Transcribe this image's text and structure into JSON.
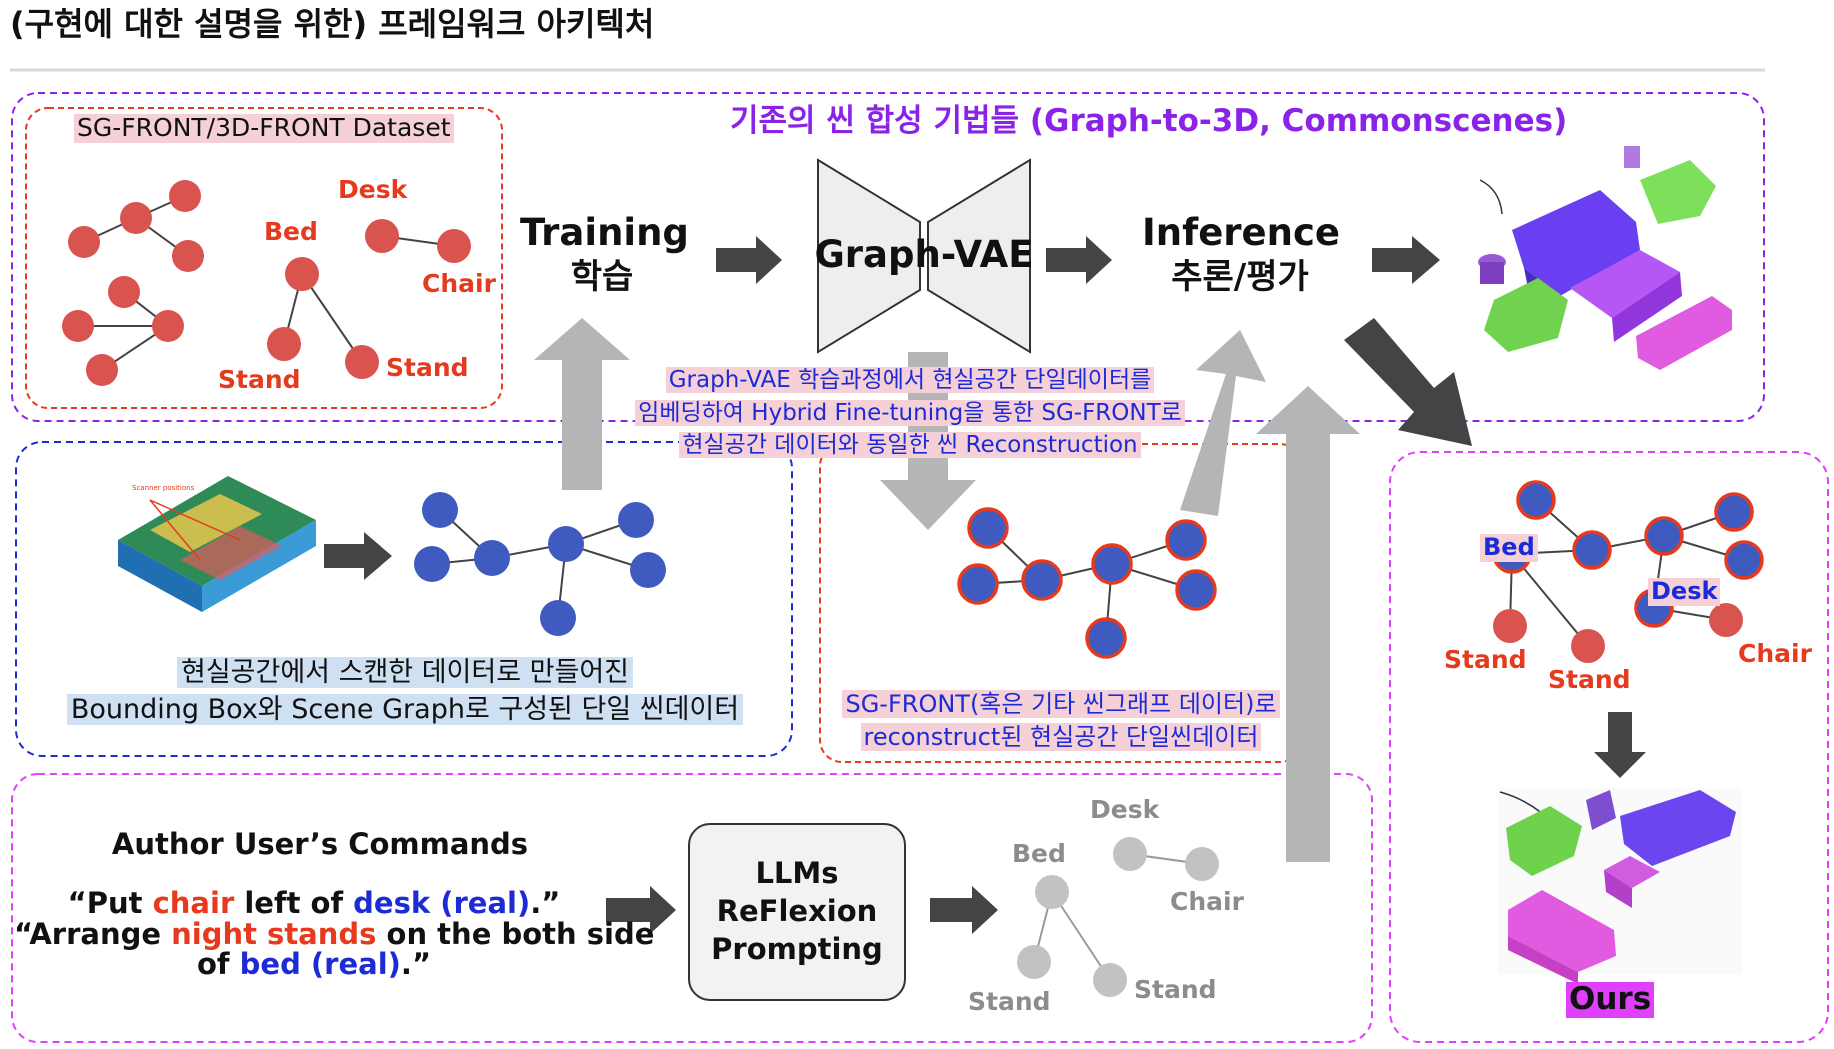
{
  "title": "(구현에 대한 설명을 위한) 프레임워크 아키텍처",
  "dataset": {
    "label": "SG-FRONT/3D-FRONT Dataset",
    "nodes": [
      "Desk",
      "Bed",
      "Chair",
      "Stand",
      "Stand"
    ]
  },
  "training": {
    "line1": "Training",
    "line2": "학습"
  },
  "graph_vae": "Graph-VAE",
  "inference": {
    "line1": "Inference",
    "line2": "추론/평가"
  },
  "existing_methods": "기존의 씬 합성 기법들 (Graph-to-3D, Commonscenes)",
  "finetune_note": [
    "Graph-VAE 학습과정에서 현실공간 단일데이터를",
    "임베딩하여 Hybrid Fine-tuning을 통한 SG-FRONT로",
    "현실공간 데이터와 동일한 씬 Reconstruction"
  ],
  "scan_caption": [
    "현실공간에서 스캔한 데이터로 만들어진",
    "Bounding Box와 Scene Graph로 구성된 단일 씬데이터"
  ],
  "scan_image_label": "Scanner positions",
  "recon_caption": [
    "SG-FRONT(혹은 기타 씬그래프 데이터)로",
    "reconstruct된 현실공간 단일씬데이터"
  ],
  "commands": {
    "heading": "Author User’s Commands",
    "c1_a": "“Put ",
    "c1_b": "chair",
    "c1_c": " left of ",
    "c1_d": "desk (real)",
    "c1_e": ".”",
    "c2_a": "“Arrange ",
    "c2_b": "night stands",
    "c2_c": " on the both side",
    "c3_a": "of ",
    "c3_b": "bed (real)",
    "c3_c": ".”"
  },
  "llm": {
    "line1": "LLMs",
    "line2": "ReFlexion",
    "line3": "Prompting"
  },
  "gray_graph": {
    "labels": [
      "Desk",
      "Bed",
      "Chair",
      "Stand",
      "Stand"
    ]
  },
  "ours_graph": {
    "labels": [
      "Bed",
      "Desk",
      "Stand",
      "Stand",
      "Chair"
    ]
  },
  "ours_label": "Ours",
  "colors": {
    "node_red": "#d9534f",
    "node_blue": "#3f5bbf",
    "node_gray": "#bdbdbd",
    "arrow_dark": "#444444",
    "arrow_light": "#b5b5b5",
    "purple_border": "#8a22e8",
    "blue_border": "#1d2bd6",
    "red_border": "#e53a1e",
    "magenta_border": "#e040fb"
  }
}
